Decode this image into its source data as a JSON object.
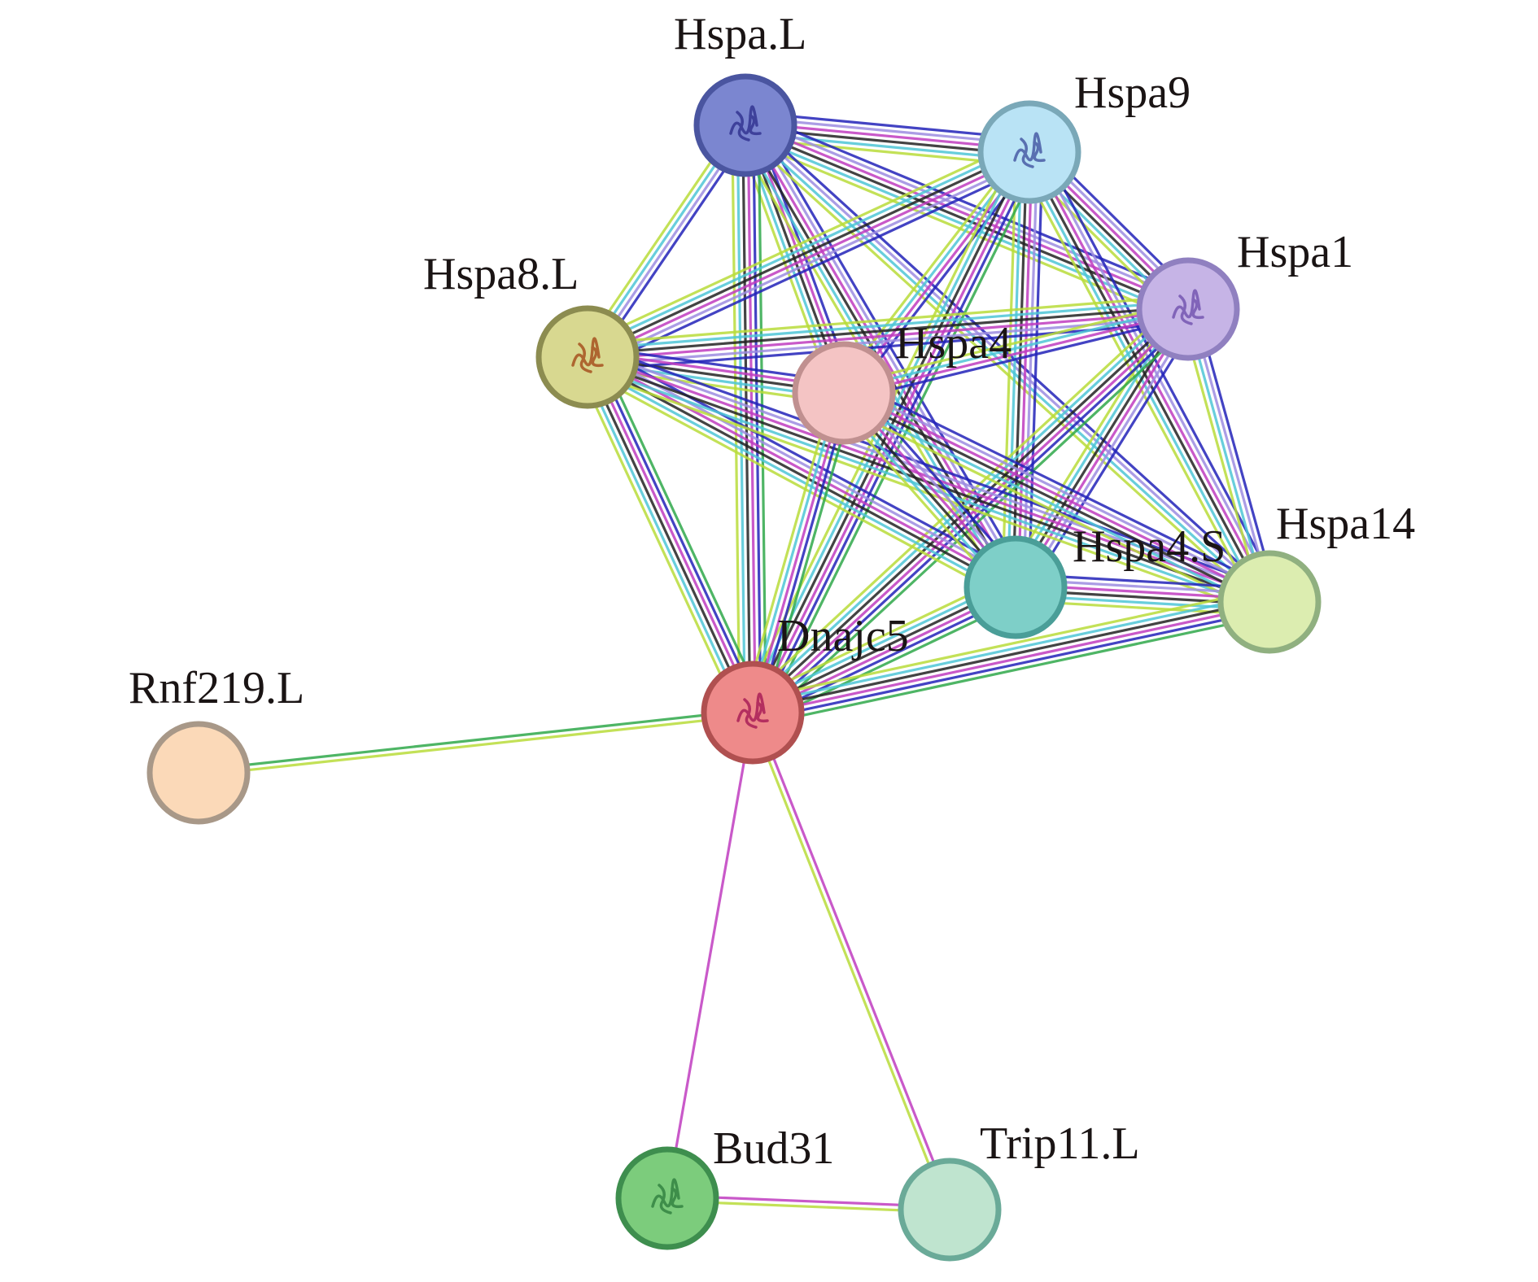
{
  "title": "Protein-protein interaction network",
  "edge_colors": {
    "known_curated": "#4ec6d6",
    "known_experimental": "#c03cc0",
    "predicted_neighborhood": "#2222b8",
    "predicted_cooccurrence": "#3030cc",
    "textmining": "#b8dc3a",
    "coexpression": "#222222",
    "homology": "#9c8ce0",
    "gene_fusion": "#2fa84a"
  },
  "nodes": [
    {
      "id": "Hspa.L",
      "label": "Hspa.L",
      "fill": "#7b86d0",
      "stroke": "#4a55a0",
      "structure": true,
      "structure_color": "#2a2a8a"
    },
    {
      "id": "Hspa9",
      "label": "Hspa9",
      "fill": "#b9e3f5",
      "stroke": "#7aa8b8",
      "structure": true,
      "structure_color": "#3a4a9a"
    },
    {
      "id": "Hspa1",
      "label": "Hspa1",
      "fill": "#c6b4e6",
      "stroke": "#9080c0",
      "structure": true,
      "structure_color": "#6a4aaa"
    },
    {
      "id": "Hspa8.L",
      "label": "Hspa8.L",
      "fill": "#d8d890",
      "stroke": "#8c8c50",
      "structure": true,
      "structure_color": "#a04010"
    },
    {
      "id": "Hspa4",
      "label": "Hspa4",
      "fill": "#f4c4c4",
      "stroke": "#c09090",
      "structure": false
    },
    {
      "id": "Hspa4.S",
      "label": "Hspa4.S",
      "fill": "#7ecfc8",
      "stroke": "#4a9e98",
      "structure": false
    },
    {
      "id": "Hspa14",
      "label": "Hspa14",
      "fill": "#dcedb0",
      "stroke": "#90b080",
      "structure": false
    },
    {
      "id": "Dnajc5",
      "label": "Dnajc5",
      "fill": "#ee8a8a",
      "stroke": "#b05050",
      "structure": true,
      "structure_color": "#a01050"
    },
    {
      "id": "Rnf219.L",
      "label": "Rnf219.L",
      "fill": "#fbd9b8",
      "stroke": "#a89888",
      "structure": false
    },
    {
      "id": "Bud31",
      "label": "Bud31",
      "fill": "#7ccc7c",
      "stroke": "#3e8e4e",
      "structure": true,
      "structure_color": "#2a7a3a"
    },
    {
      "id": "Trip11.L",
      "label": "Trip11.L",
      "fill": "#bfe4cf",
      "stroke": "#6aaa98",
      "structure": false
    }
  ],
  "edges": [
    {
      "source": "Hspa.L",
      "target": "Hspa9",
      "evidence": [
        "predicted_neighborhood",
        "homology",
        "known_experimental",
        "coexpression",
        "known_curated",
        "textmining"
      ]
    },
    {
      "source": "Hspa.L",
      "target": "Hspa1",
      "evidence": [
        "predicted_neighborhood",
        "homology",
        "known_experimental",
        "coexpression",
        "known_curated",
        "textmining"
      ]
    },
    {
      "source": "Hspa.L",
      "target": "Hspa8.L",
      "evidence": [
        "predicted_neighborhood",
        "homology",
        "known_curated",
        "textmining"
      ]
    },
    {
      "source": "Hspa.L",
      "target": "Hspa4",
      "evidence": [
        "predicted_neighborhood",
        "known_experimental",
        "coexpression",
        "known_curated",
        "textmining"
      ]
    },
    {
      "source": "Hspa.L",
      "target": "Hspa4.S",
      "evidence": [
        "predicted_neighborhood",
        "homology",
        "known_experimental",
        "coexpression",
        "known_curated",
        "textmining"
      ]
    },
    {
      "source": "Hspa.L",
      "target": "Hspa14",
      "evidence": [
        "predicted_neighborhood",
        "homology",
        "known_curated",
        "textmining"
      ]
    },
    {
      "source": "Hspa.L",
      "target": "Dnajc5",
      "evidence": [
        "gene_fusion",
        "predicted_neighborhood",
        "known_experimental",
        "coexpression",
        "known_curated",
        "textmining"
      ]
    },
    {
      "source": "Hspa9",
      "target": "Hspa1",
      "evidence": [
        "predicted_neighborhood",
        "homology",
        "known_experimental",
        "coexpression",
        "known_curated",
        "textmining"
      ]
    },
    {
      "source": "Hspa9",
      "target": "Hspa8.L",
      "evidence": [
        "predicted_neighborhood",
        "homology",
        "known_experimental",
        "coexpression",
        "known_curated",
        "textmining"
      ]
    },
    {
      "source": "Hspa9",
      "target": "Hspa4",
      "evidence": [
        "predicted_neighborhood",
        "known_experimental",
        "known_curated",
        "textmining"
      ]
    },
    {
      "source": "Hspa9",
      "target": "Hspa4.S",
      "evidence": [
        "predicted_neighborhood",
        "homology",
        "known_experimental",
        "coexpression",
        "known_curated",
        "textmining"
      ]
    },
    {
      "source": "Hspa9",
      "target": "Hspa14",
      "evidence": [
        "predicted_neighborhood",
        "homology",
        "known_experimental",
        "coexpression",
        "known_curated",
        "textmining"
      ]
    },
    {
      "source": "Hspa9",
      "target": "Dnajc5",
      "evidence": [
        "gene_fusion",
        "predicted_neighborhood",
        "known_experimental",
        "coexpression",
        "known_curated",
        "textmining"
      ]
    },
    {
      "source": "Hspa1",
      "target": "Hspa8.L",
      "evidence": [
        "predicted_neighborhood",
        "homology",
        "known_experimental",
        "coexpression",
        "known_curated",
        "textmining"
      ]
    },
    {
      "source": "Hspa1",
      "target": "Hspa4",
      "evidence": [
        "predicted_neighborhood",
        "known_experimental",
        "known_curated",
        "textmining"
      ]
    },
    {
      "source": "Hspa1",
      "target": "Hspa4.S",
      "evidence": [
        "predicted_neighborhood",
        "homology",
        "known_experimental",
        "coexpression",
        "known_curated",
        "textmining"
      ]
    },
    {
      "source": "Hspa1",
      "target": "Hspa14",
      "evidence": [
        "predicted_neighborhood",
        "homology",
        "known_curated",
        "textmining"
      ]
    },
    {
      "source": "Hspa1",
      "target": "Dnajc5",
      "evidence": [
        "gene_fusion",
        "predicted_neighborhood",
        "known_experimental",
        "coexpression",
        "known_curated",
        "textmining"
      ]
    },
    {
      "source": "Hspa8.L",
      "target": "Hspa4",
      "evidence": [
        "predicted_neighborhood",
        "known_experimental",
        "coexpression",
        "known_curated",
        "textmining"
      ]
    },
    {
      "source": "Hspa8.L",
      "target": "Hspa4.S",
      "evidence": [
        "predicted_neighborhood",
        "homology",
        "known_experimental",
        "coexpression",
        "known_curated",
        "textmining"
      ]
    },
    {
      "source": "Hspa8.L",
      "target": "Hspa14",
      "evidence": [
        "predicted_neighborhood",
        "homology",
        "known_experimental",
        "coexpression",
        "known_curated",
        "textmining"
      ]
    },
    {
      "source": "Hspa8.L",
      "target": "Dnajc5",
      "evidence": [
        "gene_fusion",
        "predicted_neighborhood",
        "known_experimental",
        "coexpression",
        "known_curated",
        "textmining"
      ]
    },
    {
      "source": "Hspa4",
      "target": "Hspa4.S",
      "evidence": [
        "predicted_neighborhood",
        "homology",
        "known_experimental",
        "coexpression",
        "known_curated",
        "textmining"
      ]
    },
    {
      "source": "Hspa4",
      "target": "Hspa14",
      "evidence": [
        "predicted_neighborhood",
        "homology",
        "known_experimental",
        "coexpression",
        "known_curated",
        "textmining"
      ]
    },
    {
      "source": "Hspa4",
      "target": "Dnajc5",
      "evidence": [
        "gene_fusion",
        "predicted_neighborhood",
        "known_experimental",
        "known_curated",
        "textmining"
      ]
    },
    {
      "source": "Hspa4.S",
      "target": "Hspa14",
      "evidence": [
        "predicted_neighborhood",
        "homology",
        "known_experimental",
        "coexpression",
        "known_curated",
        "textmining"
      ]
    },
    {
      "source": "Hspa4.S",
      "target": "Dnajc5",
      "evidence": [
        "gene_fusion",
        "predicted_neighborhood",
        "known_experimental",
        "coexpression",
        "known_curated",
        "textmining"
      ]
    },
    {
      "source": "Hspa14",
      "target": "Dnajc5",
      "evidence": [
        "gene_fusion",
        "predicted_neighborhood",
        "known_experimental",
        "coexpression",
        "known_curated",
        "textmining"
      ]
    },
    {
      "source": "Dnajc5",
      "target": "Rnf219.L",
      "evidence": [
        "textmining",
        "gene_fusion"
      ]
    },
    {
      "source": "Dnajc5",
      "target": "Bud31",
      "evidence": [
        "known_experimental"
      ]
    },
    {
      "source": "Dnajc5",
      "target": "Trip11.L",
      "evidence": [
        "known_experimental",
        "textmining"
      ]
    },
    {
      "source": "Bud31",
      "target": "Trip11.L",
      "evidence": [
        "known_experimental",
        "textmining"
      ]
    }
  ]
}
